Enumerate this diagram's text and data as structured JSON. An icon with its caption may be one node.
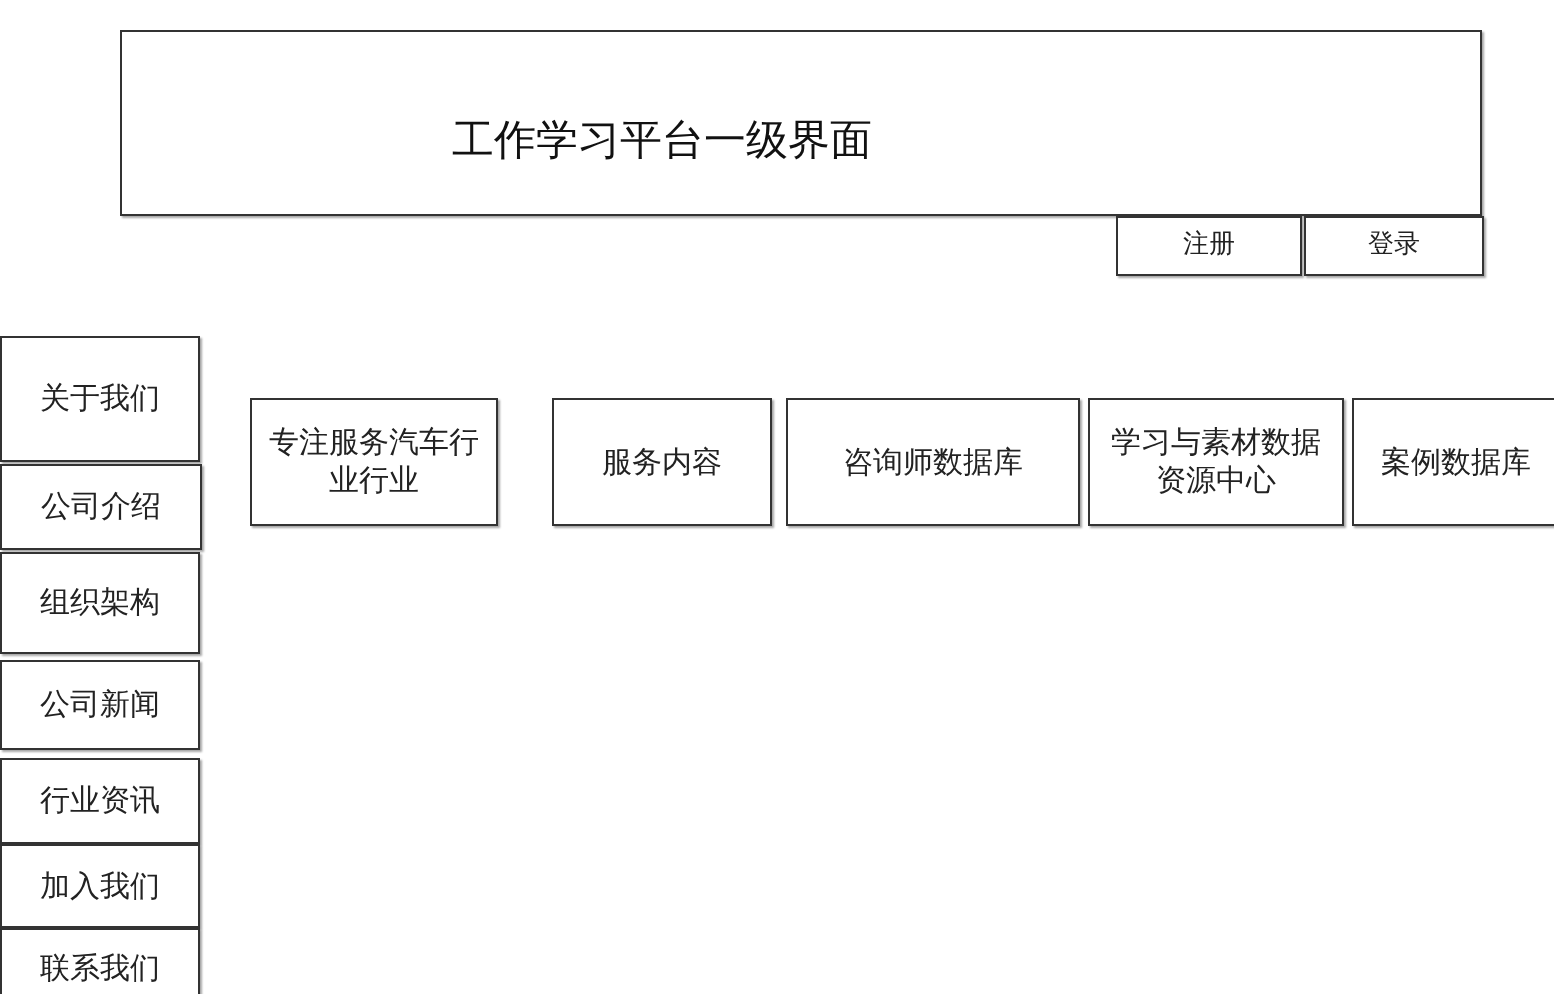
{
  "diagram": {
    "nodes": [
      {
        "text": [
          "工作学习平台一级界面"
        ]
      },
      {
        "text": [
          "注册"
        ]
      },
      {
        "text": [
          "登录"
        ]
      },
      {
        "text": [
          "关于我们"
        ]
      },
      {
        "text": [
          "公司介绍"
        ]
      },
      {
        "text": [
          "组织架构"
        ]
      },
      {
        "text": [
          "公司新闻"
        ]
      },
      {
        "text": [
          "行业资讯"
        ]
      },
      {
        "text": [
          "加入我们"
        ]
      },
      {
        "text": [
          "联系我们"
        ]
      },
      {
        "text": [
          "专注服务汽车行业行业"
        ]
      },
      {
        "text": [
          "服务内容"
        ]
      },
      {
        "text": [
          "咨询师数据库"
        ]
      },
      {
        "text": [
          "学习与素材数据资源中心"
        ]
      },
      {
        "text": [
          "案例数据库"
        ]
      }
    ],
    "edges": []
  }
}
